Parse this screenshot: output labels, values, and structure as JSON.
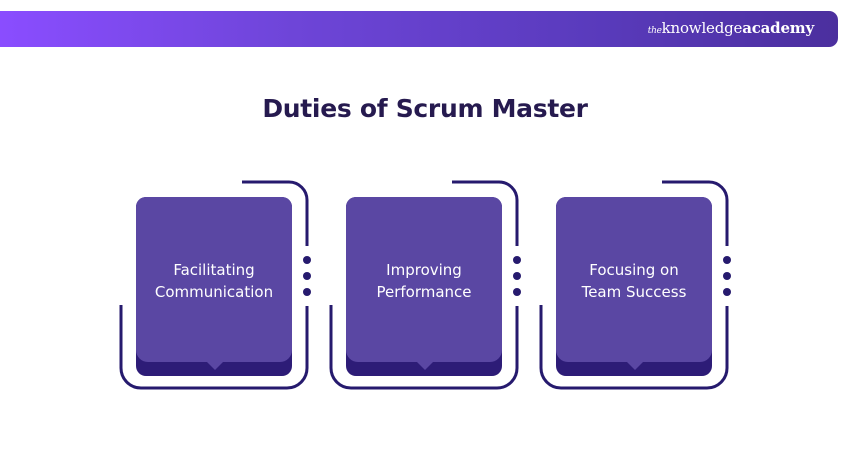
{
  "header": {
    "logo": {
      "prefix": "the",
      "main": "knowledge",
      "bold": "academy"
    }
  },
  "title": "Duties of Scrum Master",
  "colors": {
    "card_face": "#5a47a3",
    "card_base": "#2d1c77",
    "frame": "#261a6e",
    "title": "#261a4f",
    "banner_start": "#8a4dff",
    "banner_end": "#4b2f9e"
  },
  "cards": [
    {
      "line1": "Facilitating",
      "line2": "Communication"
    },
    {
      "line1": "Improving",
      "line2": "Performance"
    },
    {
      "line1": "Focusing on",
      "line2": "Team Success"
    }
  ]
}
